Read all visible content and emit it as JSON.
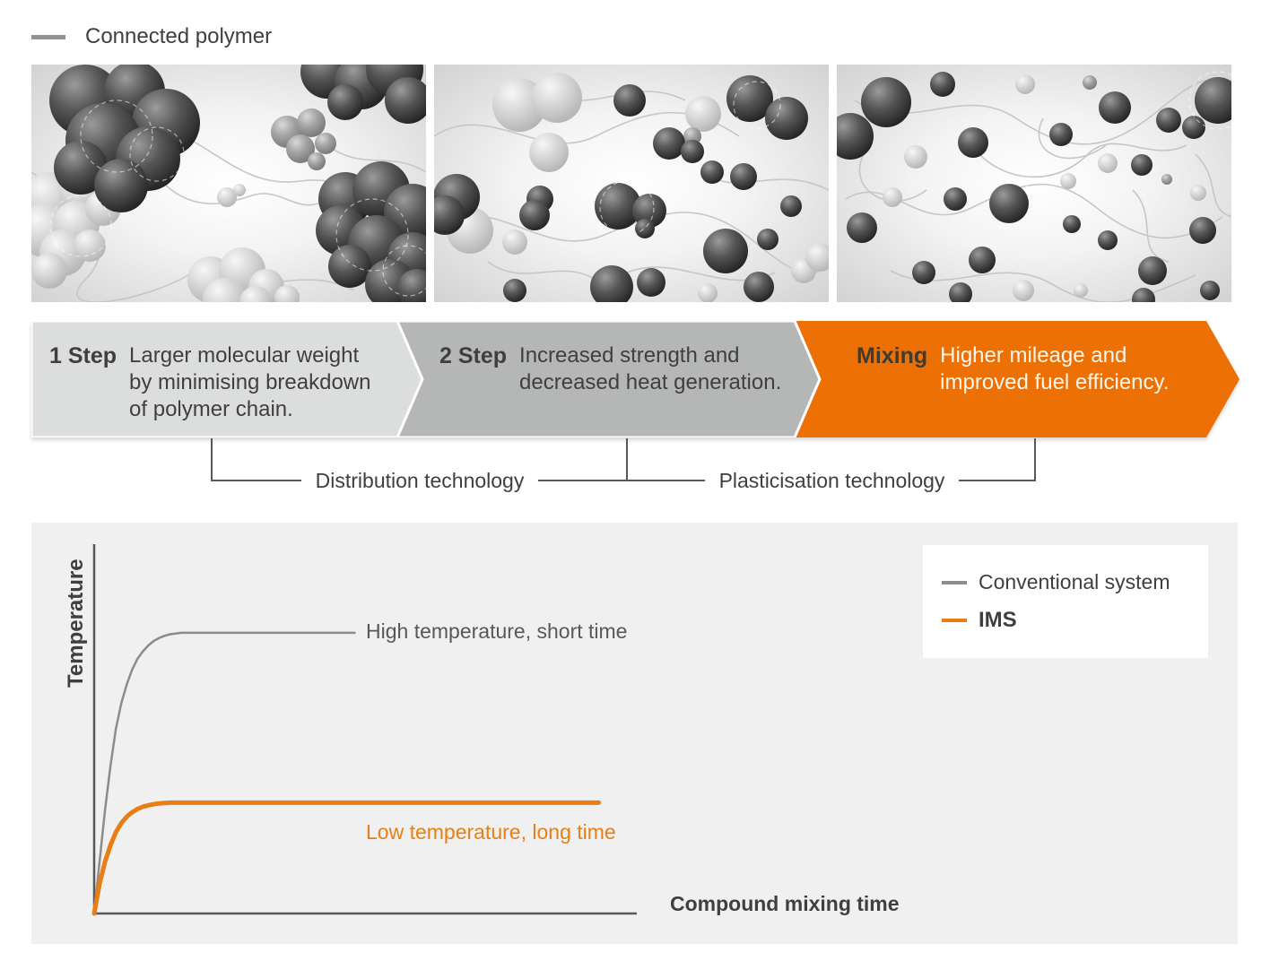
{
  "colors": {
    "orange": "#ec7004",
    "orange_curve": "#e87e14",
    "step1_bg": "#dcdddd",
    "step2_bg": "#b5b6b6",
    "line_gray": "#595757",
    "curve_gray": "#8c8c8c",
    "text_dark": "#3f3f3f",
    "chart_bg": "#f0f0f0",
    "chain_gray": "#c6c6c6"
  },
  "top_legend": {
    "label": "Connected polymer"
  },
  "panels": [
    {
      "spheres": [
        [
          60,
          40,
          40,
          "d"
        ],
        [
          115,
          30,
          34,
          "d"
        ],
        [
          150,
          65,
          38,
          "d"
        ],
        [
          80,
          85,
          42,
          "d"
        ],
        [
          130,
          105,
          36,
          "d"
        ],
        [
          55,
          115,
          30,
          "d"
        ],
        [
          100,
          135,
          30,
          "d"
        ],
        [
          330,
          8,
          30,
          "d"
        ],
        [
          368,
          20,
          30,
          "d"
        ],
        [
          405,
          5,
          32,
          "d"
        ],
        [
          420,
          40,
          26,
          "d"
        ],
        [
          350,
          42,
          20,
          "d"
        ],
        [
          350,
          150,
          30,
          "d"
        ],
        [
          390,
          140,
          32,
          "d"
        ],
        [
          425,
          165,
          32,
          "d"
        ],
        [
          345,
          185,
          28,
          "d"
        ],
        [
          385,
          200,
          32,
          "d"
        ],
        [
          425,
          215,
          28,
          "d"
        ],
        [
          355,
          225,
          24,
          "d"
        ],
        [
          400,
          245,
          28,
          "d"
        ],
        [
          430,
          250,
          22,
          "d"
        ],
        [
          20,
          150,
          30,
          "p"
        ],
        [
          55,
          143,
          24,
          "p"
        ],
        [
          15,
          185,
          30,
          "p"
        ],
        [
          50,
          178,
          26,
          "p"
        ],
        [
          80,
          160,
          20,
          "p"
        ],
        [
          35,
          210,
          26,
          "p"
        ],
        [
          65,
          202,
          18,
          "p"
        ],
        [
          20,
          230,
          20,
          "p"
        ],
        [
          200,
          240,
          26,
          "p"
        ],
        [
          235,
          230,
          26,
          "p"
        ],
        [
          262,
          248,
          20,
          "p"
        ],
        [
          215,
          262,
          24,
          "p"
        ],
        [
          250,
          265,
          18,
          "p"
        ],
        [
          285,
          260,
          14,
          "p"
        ],
        [
          285,
          75,
          18,
          "m"
        ],
        [
          312,
          65,
          16,
          "m"
        ],
        [
          300,
          94,
          16,
          "m"
        ],
        [
          328,
          88,
          12,
          "m"
        ],
        [
          318,
          108,
          10,
          "m"
        ],
        [
          218,
          148,
          11,
          "p"
        ],
        [
          232,
          140,
          7,
          "p"
        ]
      ],
      "chains": [
        "M0,120 C60,160 100,200 60,240 S120,268 180,232",
        "M120,60 C200,80 230,140 300,130 S360,180 440,150",
        "M150,135 C190,170 230,150 250,145 C280,138 300,170 330,150",
        "M200,230 C260,262 300,222 360,252",
        "M330,90 C370,120 400,95 440,120"
      ],
      "rings": [
        [
          95,
          80,
          40
        ],
        [
          140,
          100,
          30
        ],
        [
          380,
          190,
          40
        ],
        [
          420,
          230,
          28
        ],
        [
          55,
          180,
          34
        ]
      ]
    },
    {
      "spheres": [
        [
          95,
          45,
          30,
          "p"
        ],
        [
          137,
          37,
          28,
          "p"
        ],
        [
          218,
          40,
          18,
          "d"
        ],
        [
          300,
          55,
          20,
          "p"
        ],
        [
          352,
          38,
          26,
          "d"
        ],
        [
          393,
          60,
          24,
          "d"
        ],
        [
          288,
          80,
          10,
          "m"
        ],
        [
          262,
          88,
          18,
          "d"
        ],
        [
          288,
          97,
          13,
          "d"
        ],
        [
          128,
          98,
          22,
          "p"
        ],
        [
          25,
          148,
          26,
          "d"
        ],
        [
          12,
          168,
          22,
          "d"
        ],
        [
          40,
          185,
          26,
          "p"
        ],
        [
          90,
          198,
          14,
          "p"
        ],
        [
          118,
          150,
          15,
          "d"
        ],
        [
          112,
          168,
          17,
          "d"
        ],
        [
          205,
          158,
          26,
          "d"
        ],
        [
          240,
          163,
          19,
          "d"
        ],
        [
          235,
          183,
          11,
          "d"
        ],
        [
          310,
          120,
          13,
          "d"
        ],
        [
          345,
          125,
          15,
          "d"
        ],
        [
          398,
          158,
          12,
          "d"
        ],
        [
          372,
          195,
          12,
          "d"
        ],
        [
          325,
          208,
          25,
          "d"
        ],
        [
          412,
          230,
          14,
          "p"
        ],
        [
          90,
          252,
          13,
          "d"
        ],
        [
          198,
          248,
          24,
          "d"
        ],
        [
          242,
          243,
          16,
          "d"
        ],
        [
          305,
          255,
          11,
          "p"
        ],
        [
          362,
          248,
          17,
          "d"
        ],
        [
          430,
          215,
          16,
          "p"
        ]
      ],
      "chains": [
        "M0,80 C60,40 120,110 180,80 S280,40 340,80",
        "M0,180 C70,140 120,220 190,190 S300,150 360,200 S430,235 440,215",
        "M120,30 C180,60 220,10 280,40",
        "M200,240 C260,200 320,262 380,232",
        "M300,120 C340,150 380,110 440,140",
        "M60,220 C100,250 140,215 180,240"
      ],
      "rings": [
        [
          215,
          160,
          30
        ],
        [
          360,
          45,
          26
        ]
      ]
    },
    {
      "spheres": [
        [
          55,
          42,
          28,
          "d"
        ],
        [
          118,
          22,
          14,
          "d"
        ],
        [
          210,
          22,
          11,
          "p"
        ],
        [
          282,
          20,
          8,
          "m"
        ],
        [
          310,
          48,
          18,
          "d"
        ],
        [
          370,
          62,
          14,
          "d"
        ],
        [
          425,
          40,
          26,
          "d"
        ],
        [
          15,
          80,
          26,
          "d"
        ],
        [
          88,
          103,
          13,
          "p"
        ],
        [
          152,
          87,
          17,
          "d"
        ],
        [
          250,
          78,
          13,
          "d"
        ],
        [
          302,
          110,
          11,
          "p"
        ],
        [
          398,
          70,
          13,
          "d"
        ],
        [
          62,
          148,
          11,
          "p"
        ],
        [
          132,
          150,
          13,
          "d"
        ],
        [
          192,
          155,
          22,
          "d"
        ],
        [
          258,
          130,
          9,
          "p"
        ],
        [
          340,
          112,
          12,
          "d"
        ],
        [
          368,
          128,
          6,
          "m"
        ],
        [
          403,
          143,
          9,
          "p"
        ],
        [
          28,
          182,
          17,
          "d"
        ],
        [
          97,
          232,
          13,
          "d"
        ],
        [
          162,
          218,
          15,
          "d"
        ],
        [
          262,
          178,
          10,
          "d"
        ],
        [
          302,
          196,
          11,
          "d"
        ],
        [
          352,
          230,
          16,
          "d"
        ],
        [
          408,
          185,
          15,
          "d"
        ],
        [
          138,
          256,
          13,
          "d"
        ],
        [
          208,
          252,
          12,
          "p"
        ],
        [
          272,
          252,
          8,
          "p"
        ],
        [
          342,
          262,
          13,
          "d"
        ],
        [
          416,
          252,
          11,
          "d"
        ]
      ],
      "chains": [
        "M20,40 C80,80 140,20 200,60 S300,100 360,50 S420,18 440,40",
        "M10,150 C60,120 90,190 150,160 S240,120 290,160 S380,205 430,170",
        "M60,230 C120,262 180,210 240,245 S330,265 400,235",
        "M150,90 C180,130 240,140 280,100 C310,70 350,110 390,90",
        "M30,100 C10,140 60,170 100,140",
        "M230,60 C210,100 260,120 300,90",
        "M330,140 C360,170 330,210 370,220",
        "M400,100 C430,130 410,160 440,170"
      ],
      "rings": [
        [
          192,
          155,
          28
        ],
        [
          425,
          40,
          32
        ]
      ]
    }
  ],
  "process": {
    "steps": [
      {
        "label": "1 Step",
        "bg": "#dcdddd",
        "lines": [
          "Larger molecular weight",
          "by minimising breakdown",
          "of polymer chain."
        ]
      },
      {
        "label": "2 Step",
        "bg": "#b5b6b6",
        "lines": [
          "Increased strength and",
          "decreased heat generation."
        ]
      },
      {
        "label": "Mixing",
        "bg": "#ec7004",
        "lines": [
          "Higher mileage and",
          "improved fuel efficiency."
        ]
      }
    ]
  },
  "brackets": [
    {
      "label": "Distribution technology"
    },
    {
      "label": "Plasticisation technology"
    }
  ],
  "chart_data": {
    "type": "line",
    "title": "",
    "xlabel": "Compound mixing time",
    "ylabel": "Temperature",
    "x_range": [
      0,
      100
    ],
    "y_range": [
      0,
      100
    ],
    "grid": false,
    "legend_position": "top-right",
    "series": [
      {
        "name": "Conventional system",
        "color": "#8c8c8c",
        "width": 2.5,
        "annotation": "High temperature, short time",
        "points": [
          [
            0,
            0
          ],
          [
            1,
            14
          ],
          [
            2,
            28
          ],
          [
            3,
            40
          ],
          [
            4,
            50
          ],
          [
            5,
            57
          ],
          [
            6,
            62
          ],
          [
            7,
            66
          ],
          [
            8,
            69
          ],
          [
            9,
            71
          ],
          [
            10,
            72.6
          ],
          [
            11,
            73.8
          ],
          [
            12,
            74.6
          ],
          [
            13,
            75.2
          ],
          [
            14,
            75.6
          ],
          [
            15,
            75.8
          ],
          [
            16,
            76
          ],
          [
            18,
            76
          ],
          [
            48,
            76
          ]
        ]
      },
      {
        "name": "IMS",
        "color": "#e87e14",
        "width": 5,
        "annotation": "Low temperature, long time",
        "points": [
          [
            0,
            0
          ],
          [
            1,
            8
          ],
          [
            2,
            14
          ],
          [
            3,
            18.5
          ],
          [
            4,
            22
          ],
          [
            5,
            24.5
          ],
          [
            6,
            26.2
          ],
          [
            7,
            27.4
          ],
          [
            8,
            28.3
          ],
          [
            9,
            28.9
          ],
          [
            10,
            29.3
          ],
          [
            11,
            29.6
          ],
          [
            12,
            29.8
          ],
          [
            13,
            29.9
          ],
          [
            14,
            30
          ],
          [
            16,
            30
          ],
          [
            93,
            30
          ]
        ]
      }
    ]
  }
}
